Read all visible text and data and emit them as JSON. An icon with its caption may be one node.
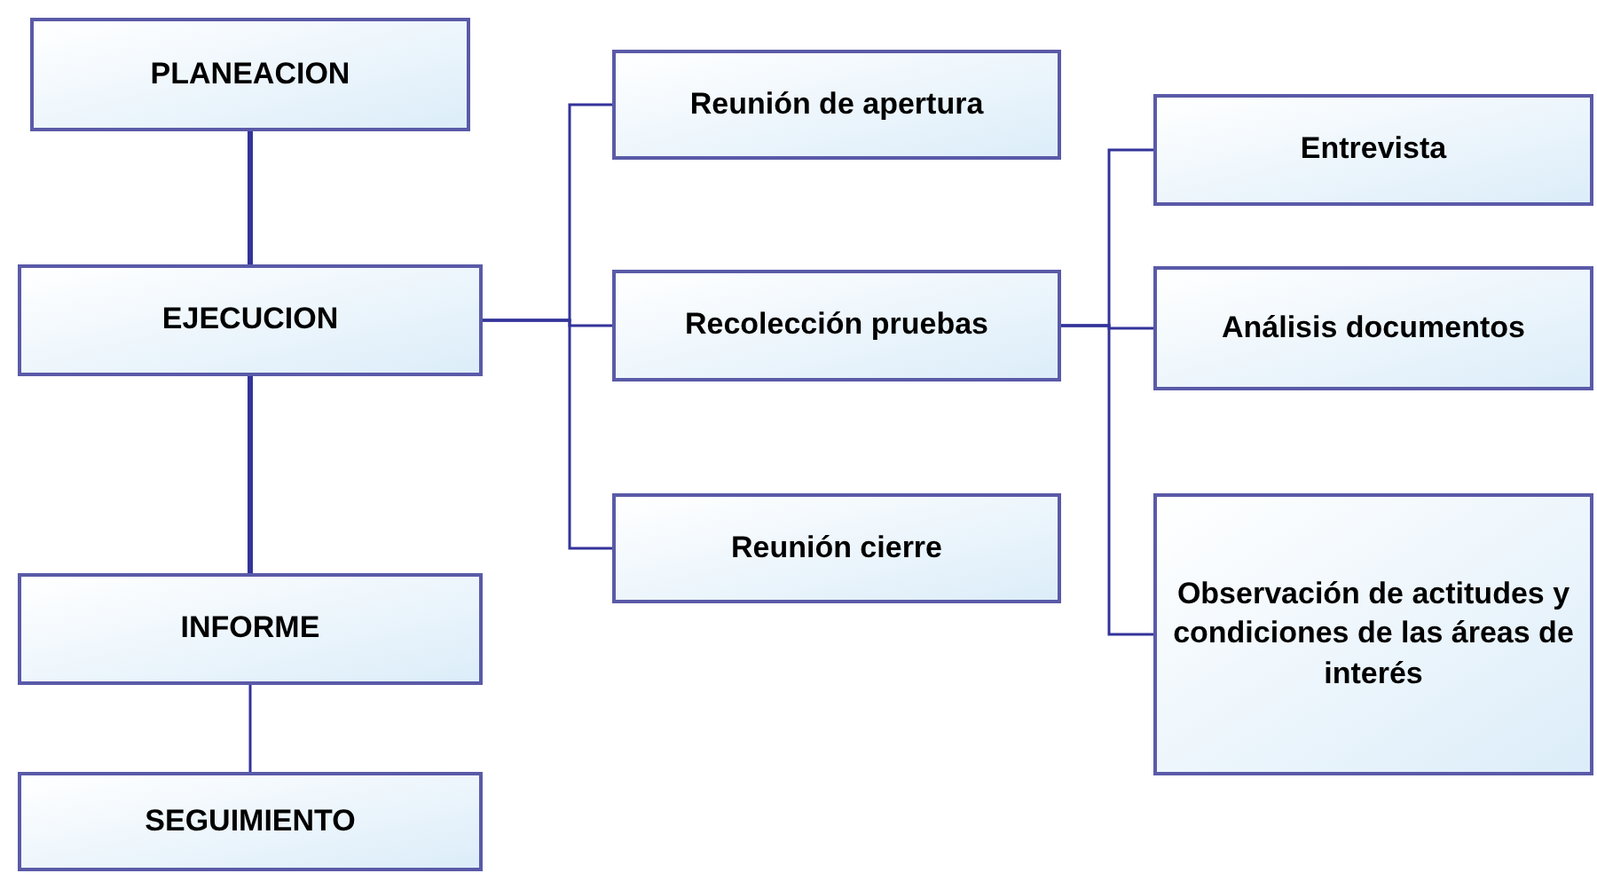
{
  "diagram": {
    "nodes": [
      {
        "text": [
          "PLANEACION"
        ]
      },
      {
        "text": [
          "EJECUCION"
        ]
      },
      {
        "text": [
          "INFORME"
        ]
      },
      {
        "text": [
          "SEGUIMIENTO"
        ]
      },
      {
        "text": [
          "Reunión de apertura"
        ]
      },
      {
        "text": [
          "Recolección pruebas"
        ]
      },
      {
        "text": [
          "Reunión cierre"
        ]
      },
      {
        "text": [
          "Entrevista"
        ]
      },
      {
        "text": [
          "Análisis documentos"
        ]
      },
      {
        "text": [
          "Observación de actitudes y condiciones de las áreas de interés"
        ]
      }
    ],
    "edges": [
      {
        "from": 0,
        "to": 1,
        "arrow": "none",
        "style": "thick"
      },
      {
        "from": 1,
        "to": 2,
        "arrow": "none",
        "style": "thick"
      },
      {
        "from": 2,
        "to": 3,
        "arrow": "none"
      },
      {
        "from": 1,
        "to": 4,
        "arrow": "none"
      },
      {
        "from": 1,
        "to": 5,
        "arrow": "none"
      },
      {
        "from": 1,
        "to": 6,
        "arrow": "none"
      },
      {
        "from": 5,
        "to": 7,
        "arrow": "none"
      },
      {
        "from": 5,
        "to": 8,
        "arrow": "none"
      },
      {
        "from": 5,
        "to": 9,
        "arrow": "none"
      }
    ]
  }
}
